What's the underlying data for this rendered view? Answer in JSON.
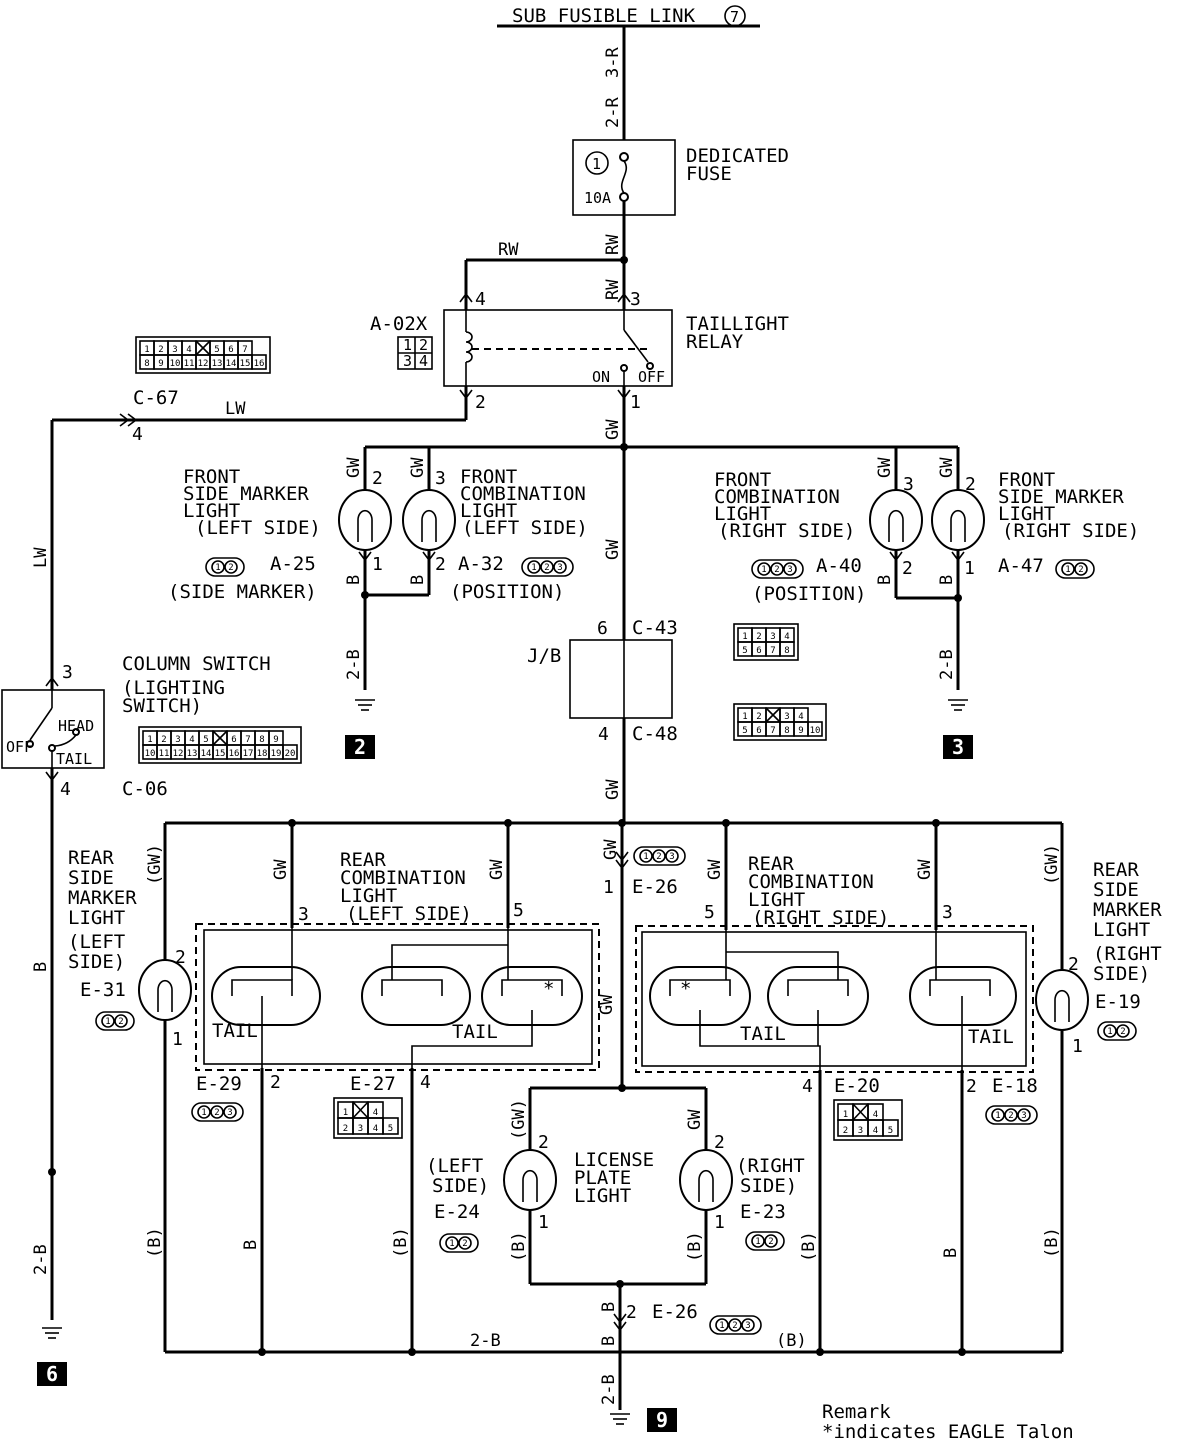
{
  "title": "SUB FUSIBLE LINK",
  "title_num": "7",
  "fuse": {
    "num": "1",
    "rating": "10A",
    "label1": "DEDICATED",
    "label2": "FUSE"
  },
  "relay": {
    "id": "A-02X",
    "label1": "TAILLIGHT",
    "label2": "RELAY",
    "on": "ON",
    "off": "OFF",
    "pin4": "4",
    "pin3": "3",
    "pin2": "2",
    "pin1": "1"
  },
  "wires": {
    "r3": "3-R",
    "r2": "2-R",
    "rw": "RW",
    "gw": "GW",
    "lw": "LW",
    "b": "B",
    "b2": "2-B",
    "bp": "(B)",
    "gwp": "(GW)"
  },
  "connectors": {
    "c67": "C-67",
    "c67_pin": "4",
    "c06": "C-06",
    "c43": "C-43",
    "c48": "C-48",
    "c43_pin": "6",
    "c48_pin": "4",
    "jb": "J/B",
    "a25": "A-25",
    "a32": "A-32",
    "a40": "A-40",
    "a47": "A-47",
    "e31": "E-31",
    "e29": "E-29",
    "e27": "E-27",
    "e26": "E-26",
    "e20": "E-20",
    "e18": "E-18",
    "e19": "E-19",
    "e24": "E-24",
    "e23": "E-23"
  },
  "front_left_marker": {
    "l1": "FRONT",
    "l2": "SIDE MARKER",
    "l3": "LIGHT",
    "l4": "(LEFT SIDE)",
    "sub": "(SIDE MARKER)"
  },
  "front_left_comb": {
    "l1": "FRONT",
    "l2": "COMBINATION",
    "l3": "LIGHT",
    "l4": "(LEFT SIDE)",
    "sub": "(POSITION)"
  },
  "front_right_comb": {
    "l1": "FRONT",
    "l2": "COMBINATION",
    "l3": "LIGHT",
    "l4": "(RIGHT SIDE)",
    "sub": "(POSITION)"
  },
  "front_right_marker": {
    "l1": "FRONT",
    "l2": "SIDE MARKER",
    "l3": "LIGHT",
    "l4": "(RIGHT SIDE)"
  },
  "column_switch": {
    "l1": "COLUMN SWITCH",
    "l2": "(LIGHTING",
    "l3": "SWITCH)",
    "head": "HEAD",
    "tail": "TAIL",
    "off": "OFF",
    "pin3": "3",
    "pin4": "4"
  },
  "rear_left_marker": {
    "l1": "REAR",
    "l2": "SIDE",
    "l3": "MARKER",
    "l4": "LIGHT",
    "l5": "(LEFT",
    "l6": "SIDE)"
  },
  "rear_left_comb": {
    "l1": "REAR",
    "l2": "COMBINATION",
    "l3": "LIGHT",
    "l4": "(LEFT SIDE)"
  },
  "rear_right_comb": {
    "l1": "REAR",
    "l2": "COMBINATION",
    "l3": "LIGHT",
    "l4": "(RIGHT SIDE)"
  },
  "rear_right_marker": {
    "l1": "REAR",
    "l2": "SIDE",
    "l3": "MARKER",
    "l4": "LIGHT",
    "l5": "(RIGHT",
    "l6": "SIDE)"
  },
  "license": {
    "l1": "LICENSE",
    "l2": "PLATE",
    "l3": "LIGHT",
    "left1": "(LEFT",
    "left2": "SIDE)",
    "right1": "(RIGHT",
    "right2": "SIDE)"
  },
  "tail": "TAIL",
  "star": "*",
  "pins": {
    "p1": "1",
    "p2": "2",
    "p3": "3",
    "p4": "4",
    "p5": "5",
    "p6": "6"
  },
  "grounds": {
    "g2": "2",
    "g3": "3",
    "g6": "6",
    "g9": "9"
  },
  "remark": {
    "l1": "Remark",
    "l2": "*indicates EAGLE Talon"
  },
  "conn_cells": {
    "c67_top": [
      "1",
      "2",
      "3",
      "4",
      "",
      "5",
      "6",
      "7"
    ],
    "c67_bot": [
      "8",
      "9",
      "10",
      "11",
      "12",
      "13",
      "14",
      "15",
      "16"
    ],
    "c06_top": [
      "1",
      "2",
      "3",
      "4",
      "5",
      "",
      "6",
      "7",
      "8",
      "9"
    ],
    "c06_bot": [
      "10",
      "11",
      "12",
      "13",
      "14",
      "15",
      "16",
      "17",
      "18",
      "19",
      "20"
    ],
    "a02x": [
      "1",
      "2",
      "3",
      "4"
    ],
    "c43": [
      "1",
      "2",
      "3",
      "4",
      "5",
      "6",
      "7",
      "8"
    ],
    "c48_top": [
      "1",
      "2",
      "",
      "3",
      "4"
    ],
    "c48_bot": [
      "5",
      "6",
      "7",
      "8",
      "9",
      "10"
    ],
    "e27_top": [
      "1",
      "",
      "4"
    ],
    "e27_bot": [
      "2",
      "3",
      "4",
      "5"
    ],
    "e20_top": [
      "1",
      "",
      "4"
    ],
    "e20_bot": [
      "2",
      "3",
      "4",
      "5"
    ],
    "two_pin": [
      "1",
      "2"
    ],
    "three_pin": [
      "1",
      "2",
      "3"
    ]
  }
}
